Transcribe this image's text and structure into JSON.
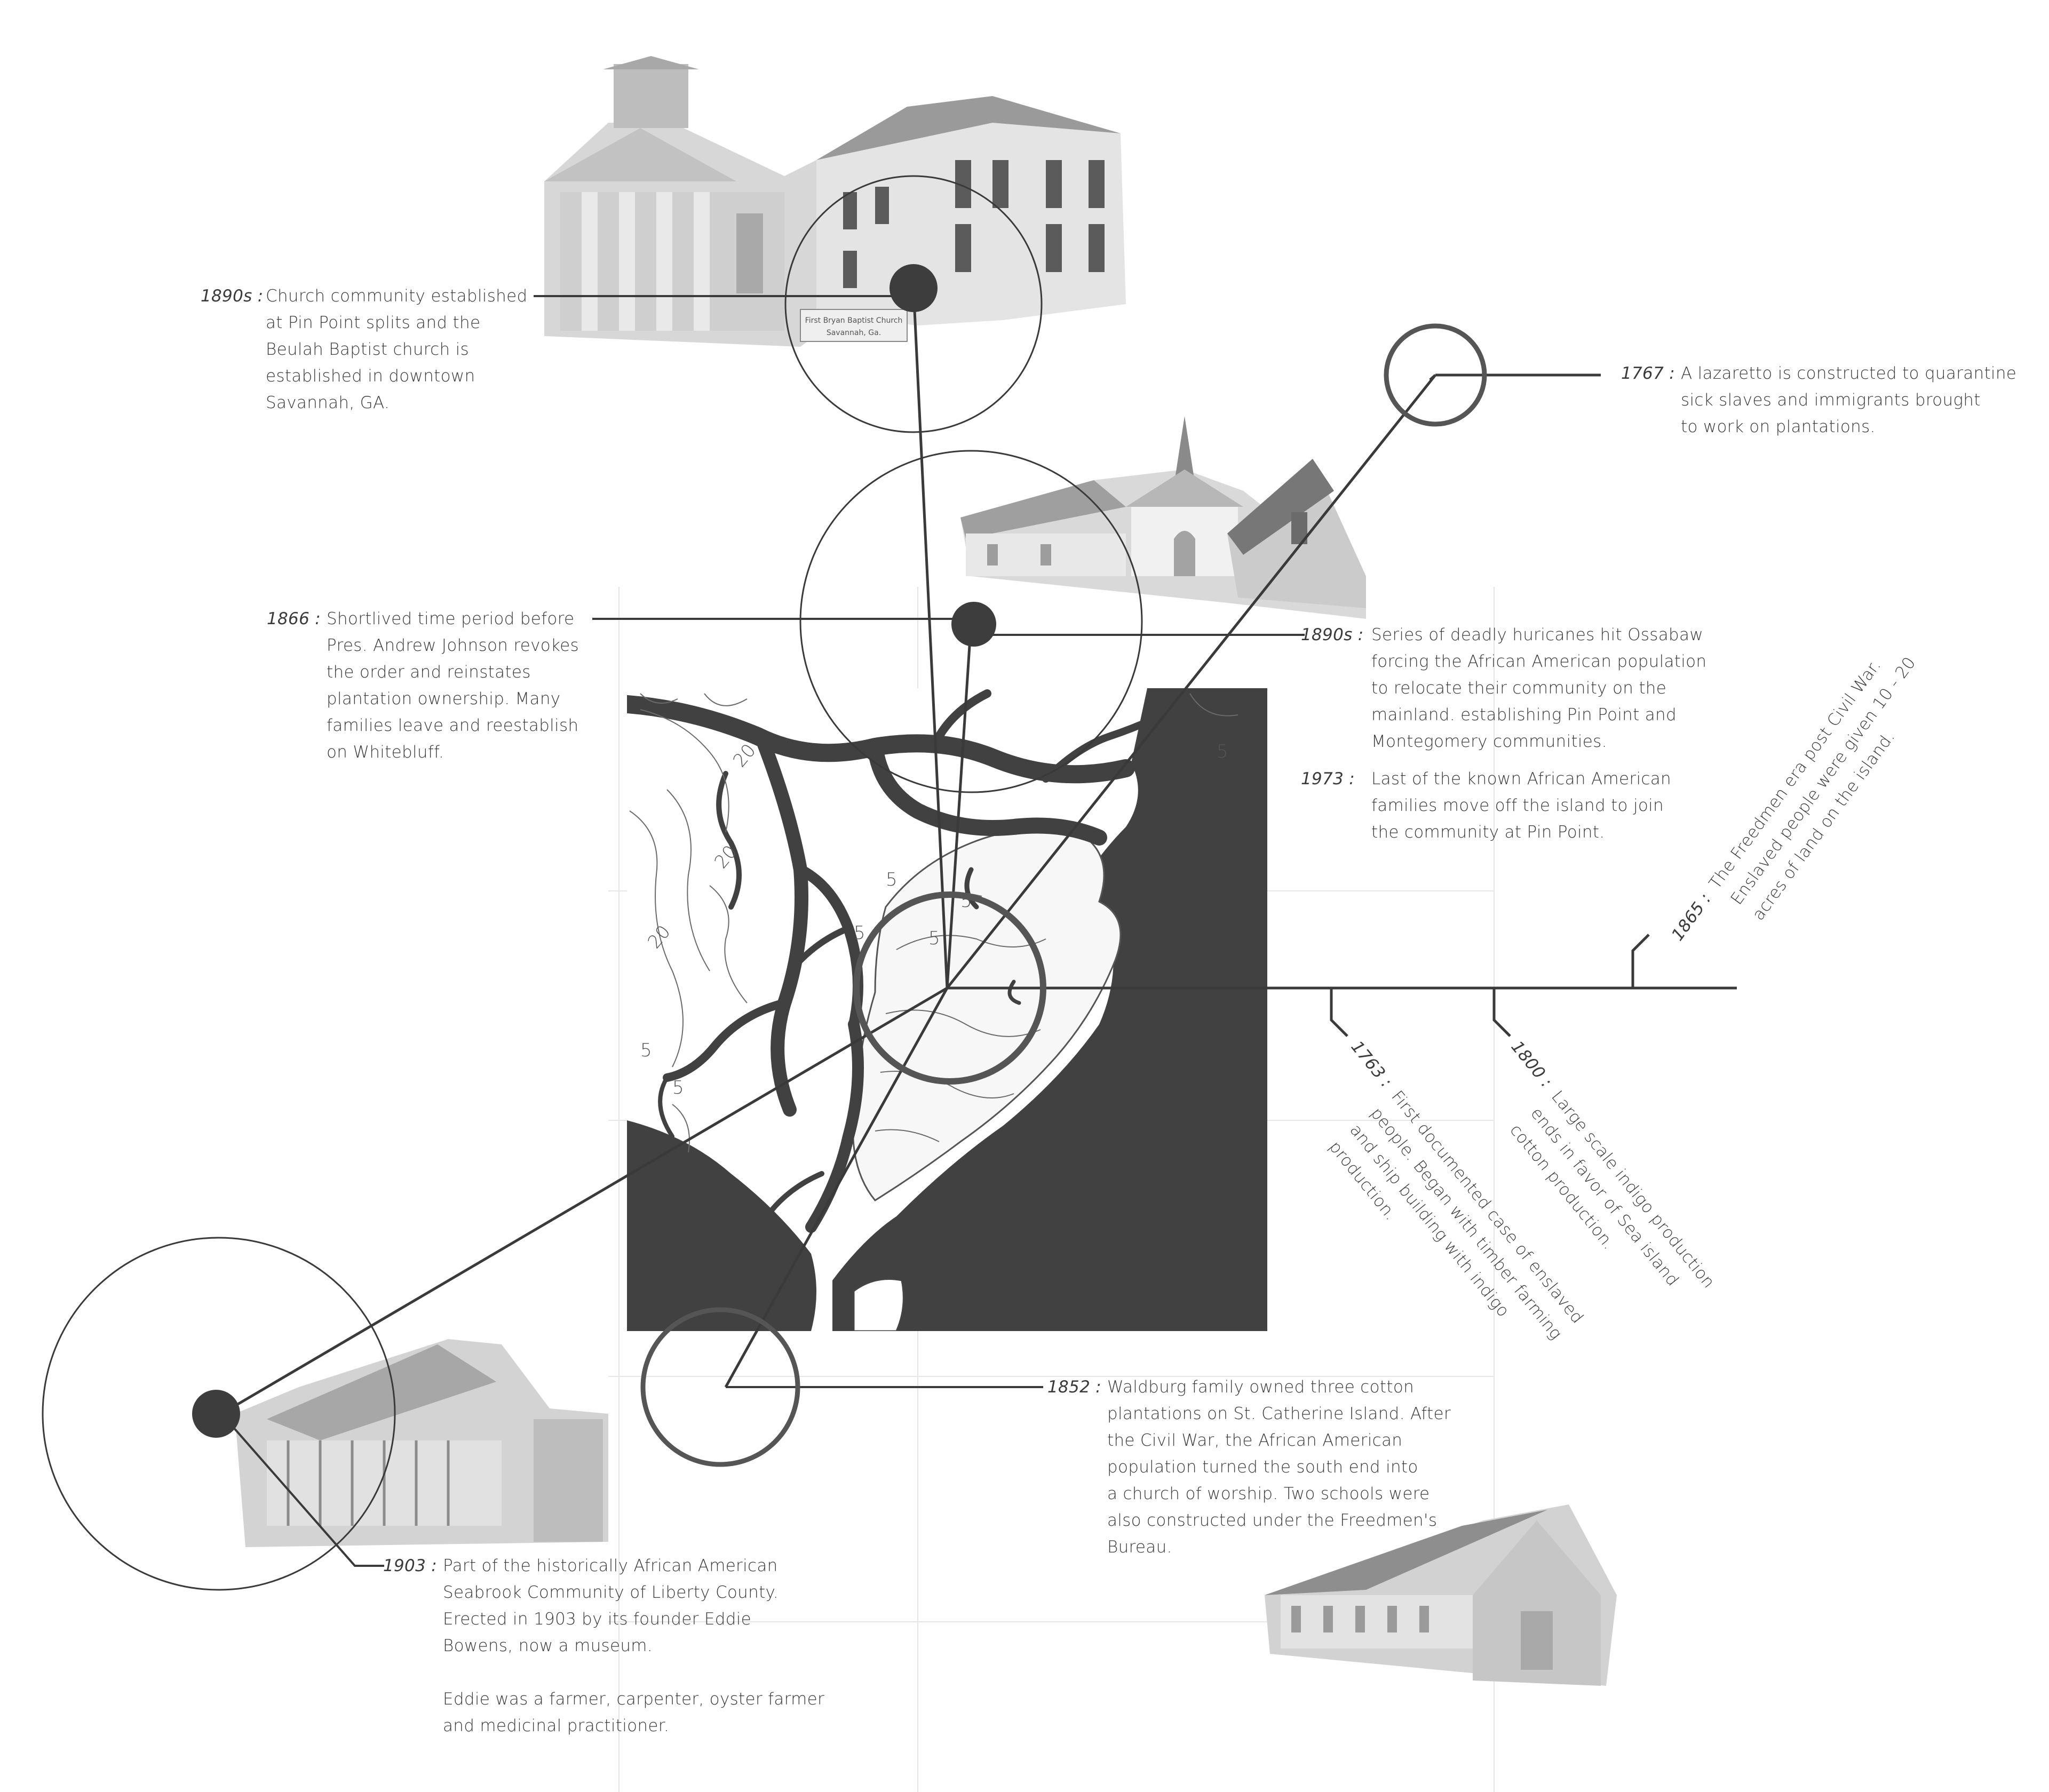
{
  "colors": {
    "ink": "#3d3d3d",
    "water": "#414141",
    "line": "#3a3a3a",
    "photo": "#c9c9c9"
  },
  "map": {
    "contour_labels": [
      "20",
      "20",
      "20",
      "5",
      "5",
      "5",
      "5",
      "5",
      "5",
      "5"
    ]
  },
  "photos": [
    {
      "name": "first-bryan-baptist-church-photo",
      "caption": "First Bryan Baptist Church\nSavannah, Ga."
    },
    {
      "name": "pin-point-church-photo"
    },
    {
      "name": "bowens-cabin-photo"
    },
    {
      "name": "freedmens-school-photo"
    }
  ],
  "events": [
    {
      "id": "e1890a",
      "year": "1890s",
      "sep": ":",
      "text": "Church community established\nat Pin Point splits and the\nBeulah Baptist church is\nestablished in downtown\nSavannah, GA."
    },
    {
      "id": "e1767",
      "year": "1767",
      "sep": ":",
      "text": "A lazaretto is constructed to quarantine\nsick slaves and immigrants brought\nto work on plantations."
    },
    {
      "id": "e1866",
      "year": "1866",
      "sep": ":",
      "text": "Shortlived time period before\nPres. Andrew Johnson revokes\nthe order and reinstates\nplantation ownership. Many\nfamilies leave and reestablish\non Whitebluff."
    },
    {
      "id": "e1890b",
      "year": "1890s",
      "sep": ":",
      "text": "Series of deadly huricanes hit Ossabaw\nforcing the African American population\nto relocate their community on the\nmainland. establishing Pin Point and\nMontegomery communities."
    },
    {
      "id": "e1973",
      "year": "1973",
      "sep": ":",
      "text": "Last of the known African American\nfamilies move off the island to join\nthe community at Pin Point."
    },
    {
      "id": "e1865",
      "year": "1865",
      "sep": ":",
      "text": "The Freedmen era post Civil War.\nEnslaved people were given 10 - 20\nacres of land on the island."
    },
    {
      "id": "e1763",
      "year": "1763",
      "sep": ":",
      "text": "First documented case of enslaved\npeople. Began with timber farming\nand ship building with indigo\nproduction."
    },
    {
      "id": "e1800",
      "year": "1800",
      "sep": ":",
      "text": "Large scale indigo production\nends in favor of Sea island\ncotton production."
    },
    {
      "id": "e1852",
      "year": "1852",
      "sep": ":",
      "text": "Waldburg family owned three cotton\nplantations on St. Catherine Island. After\nthe Civil War, the African American\npopulation turned the south end into\na church of worship. Two schools were\nalso constructed under the Freedmen's\nBureau."
    },
    {
      "id": "e1903",
      "year": "1903",
      "sep": ":",
      "text": "Part of the historically African American\nSeabrook Community of Liberty County.\nErected in 1903 by its founder Eddie\nBowens, now a museum.\n\nEddie was a farmer, carpenter, oyster farmer\nand medicinal practitioner."
    }
  ]
}
